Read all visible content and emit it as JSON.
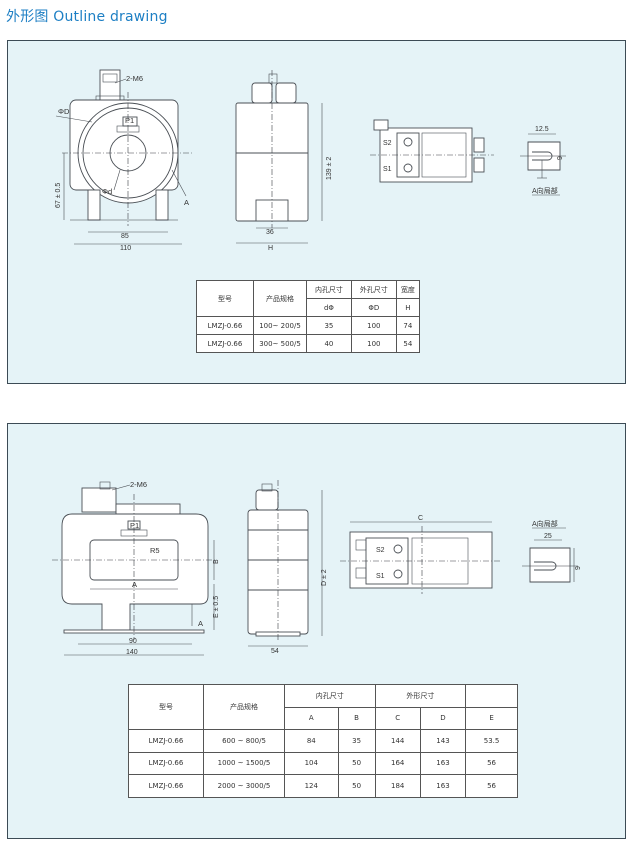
{
  "page_title": "外形图 Outline drawing",
  "drawing1": {
    "label_hole": "2-M6",
    "label_phiD": "ΦD",
    "label_phid": "Φd",
    "label_p1": "P1",
    "label_A": "A",
    "dim_67": "67 ± 0.5",
    "dim_85": "85",
    "dim_110": "110",
    "dim_36": "36",
    "dim_H": "H",
    "dim_139": "139 ± 2",
    "label_s1": "S1",
    "label_s2": "S2",
    "dim_125": "12.5",
    "dim_9": "9",
    "detail_caption": "A向局部"
  },
  "table1": {
    "header_model": "型号",
    "header_spec": "产品规格",
    "header_inner": "内孔尺寸",
    "header_outer": "外孔尺寸",
    "header_width": "宽度",
    "sub_inner": "dΦ",
    "sub_outer": "ΦD",
    "sub_width": "H",
    "rows": [
      {
        "model": "LMZJ-0.66",
        "spec": "100~ 200/5",
        "d": "35",
        "D": "100",
        "H": "74"
      },
      {
        "model": "LMZJ-0.66",
        "spec": "300~ 500/5",
        "d": "40",
        "D": "100",
        "H": "54"
      }
    ]
  },
  "drawing2": {
    "label_hole": "2-M6",
    "label_p1": "P1",
    "label_r5": "R5",
    "label_A_dim": "A",
    "label_B": "B",
    "label_E": "E ± 0.5",
    "label_A": "A",
    "dim_90": "90",
    "dim_140": "140",
    "dim_54": "54",
    "dim_D": "D ± 2",
    "dim_C": "C",
    "label_s1": "S1",
    "label_s2": "S2",
    "detail_caption": "A向局部",
    "dim_25": "25",
    "dim_9": "9"
  },
  "table2": {
    "header_model": "型号",
    "header_spec": "产品规格",
    "header_inner": "内孔尺寸",
    "header_outer": "外形尺寸",
    "sub": [
      "A",
      "B",
      "C",
      "D",
      "E"
    ],
    "rows": [
      {
        "model": "LMZJ-0.66",
        "spec": "600 ~ 800/5",
        "A": "84",
        "B": "35",
        "C": "144",
        "D": "143",
        "E": "53.5"
      },
      {
        "model": "LMZJ-0.66",
        "spec": "1000 ~ 1500/5",
        "A": "104",
        "B": "50",
        "C": "164",
        "D": "163",
        "E": "56"
      },
      {
        "model": "LMZJ-0.66",
        "spec": "2000 ~ 3000/5",
        "A": "124",
        "B": "50",
        "C": "184",
        "D": "163",
        "E": "56"
      }
    ]
  }
}
